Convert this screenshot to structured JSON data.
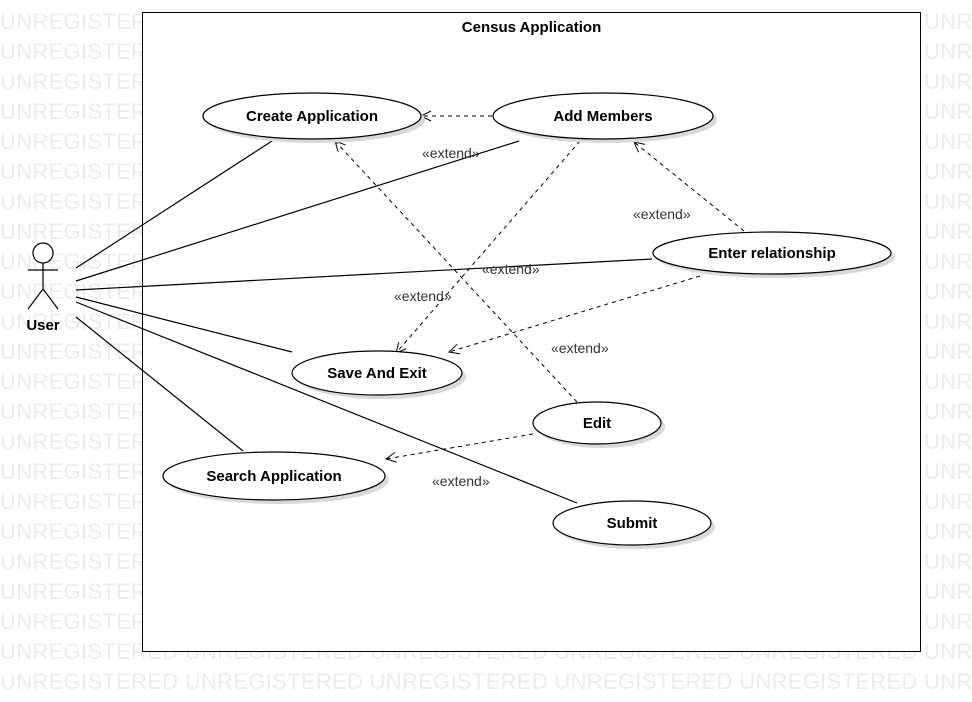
{
  "watermark": {
    "text": "UNREGISTERED"
  },
  "system": {
    "title": "Census Application"
  },
  "actor": {
    "label": "User"
  },
  "use_cases": {
    "create_application": "Create Application",
    "add_members": "Add Members",
    "enter_relationship": "Enter relationship",
    "save_and_exit": "Save And Exit",
    "edit": "Edit",
    "search_application": "Search Application",
    "submit": "Submit"
  },
  "relations": {
    "extend_label": "«extend»"
  },
  "colors": {
    "line": "#000000",
    "watermark": "#ececec",
    "shadow": "#d9d9d9"
  }
}
